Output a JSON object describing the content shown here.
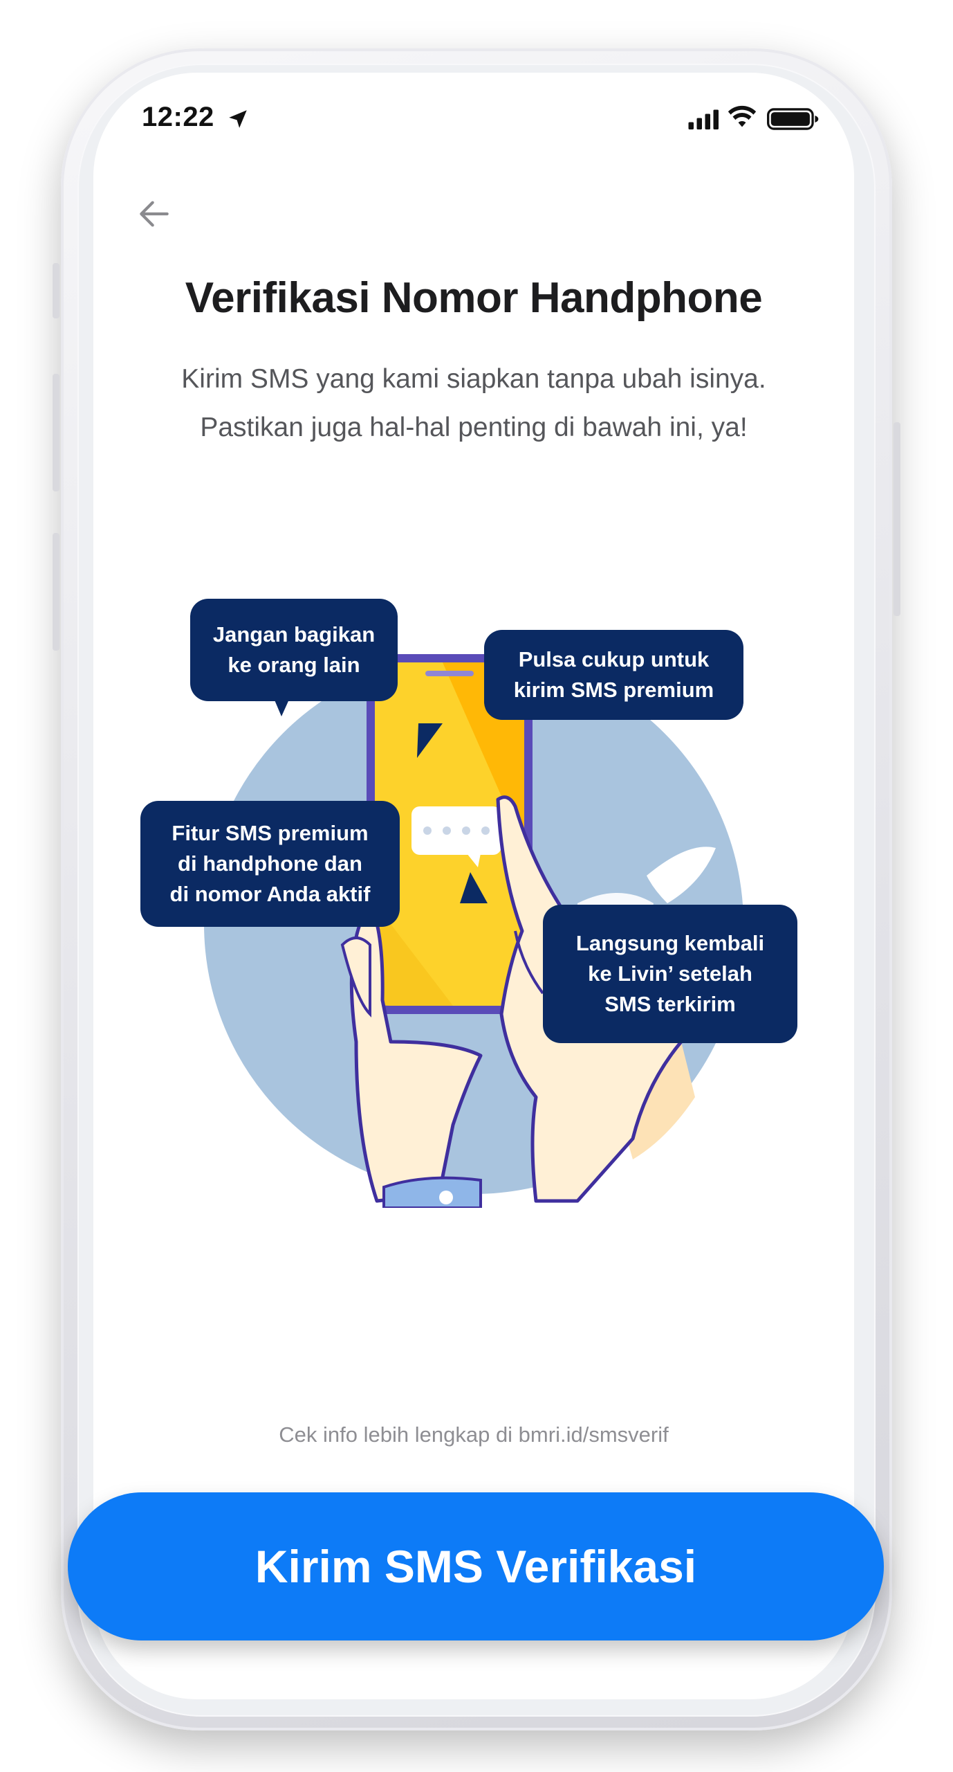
{
  "status_bar": {
    "time": "12:22",
    "location_icon": "location-arrow-icon",
    "signal_icon": "cellular-signal-icon",
    "wifi_icon": "wifi-icon",
    "battery_icon": "battery-icon"
  },
  "header": {
    "back_icon": "arrow-left-icon",
    "title": "Verifikasi Nomor Handphone",
    "description": [
      "Kirim SMS yang kami siapkan tanpa ubah isinya.",
      "Pastikan juga hal-hal penting di bawah ini, ya!"
    ]
  },
  "illustration": {
    "bubbles": [
      {
        "lines": [
          "Jangan bagikan",
          "ke orang lain"
        ]
      },
      {
        "lines": [
          "Pulsa cukup untuk",
          "kirim SMS premium"
        ]
      },
      {
        "lines": [
          "Fitur SMS premium",
          "di handphone dan",
          "di nomor Anda aktif"
        ]
      },
      {
        "lines": [
          "Langsung kembali",
          "ke Livin’ setelah",
          "SMS terkirim"
        ]
      }
    ],
    "colors": {
      "bubble": "#0b2a63",
      "circle": "#a9c4de",
      "phone_screen": "#fdd22b",
      "phone_screen_accent": "#ffb400",
      "phone_frame": "#5a4bb8",
      "skin": "#fff0d6",
      "hand_outline": "#3f2f9e"
    }
  },
  "footer": {
    "info_text": "Cek info lebih lengkap di bmri.id/smsverif",
    "cta_label": "Kirim SMS Verifikasi",
    "cta_color": "#0d7bf7"
  }
}
